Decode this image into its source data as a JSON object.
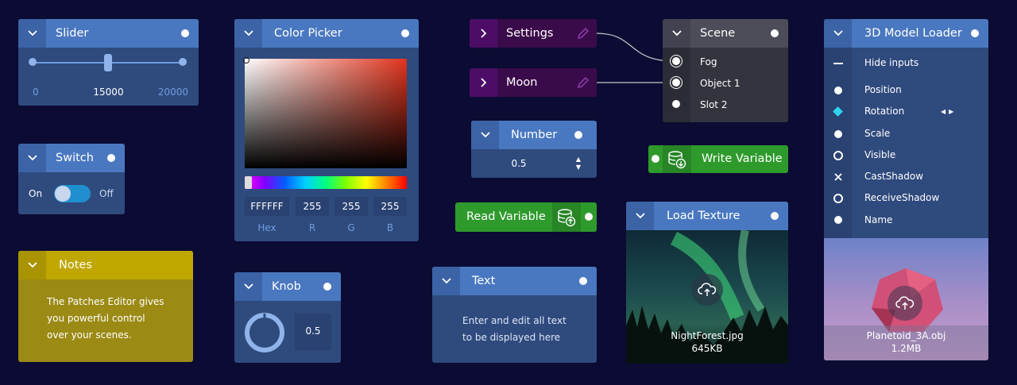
{
  "colors": {
    "background": "#0b0b33",
    "node_body": "#2f4a7d",
    "node_header": "#4a78c0",
    "notes_header": "#bfa700",
    "notes_body": "#9b8a14",
    "purple": "#3a0b4a",
    "green": "#2e9a2c",
    "scene_header": "#4d4d59",
    "scene_body": "#34343f"
  },
  "slider": {
    "title": "Slider",
    "min_label": "0",
    "value_label": "15000",
    "max_label": "20000",
    "value": 0.5
  },
  "switch": {
    "title": "Switch",
    "on_label": "On",
    "off_label": "Off"
  },
  "notes": {
    "title": "Notes",
    "lines": [
      "The Patches Editor gives",
      "you powerful control",
      "over your  scenes."
    ]
  },
  "color_picker": {
    "title": "Color Picker",
    "fields": [
      {
        "value": "FFFFFF",
        "label": "Hex"
      },
      {
        "value": "255",
        "label": "R"
      },
      {
        "value": "255",
        "label": "G"
      },
      {
        "value": "255",
        "label": "B"
      }
    ]
  },
  "knob": {
    "title": "Knob",
    "value": "0.5"
  },
  "settings": {
    "label": "Settings"
  },
  "moon": {
    "label": "Moon"
  },
  "number": {
    "title": "Number",
    "value": "0.5"
  },
  "read_variable": {
    "label": "Read Variable"
  },
  "text_node": {
    "title": "Text",
    "lines": [
      "Enter and edit all text",
      "to be displayed here"
    ]
  },
  "scene": {
    "title": "Scene",
    "items": [
      "Fog",
      "Object 1",
      "Slot 2"
    ]
  },
  "write_variable": {
    "label": "Write Variable"
  },
  "load_texture": {
    "title": "Load Texture",
    "filename": "NightForest.jpg",
    "filesize": "645KB"
  },
  "model_loader": {
    "title": "3D Model Loader",
    "hide_inputs": "Hide inputs",
    "items": [
      "Position",
      "Rotation",
      "Scale",
      "Visible",
      "CastShadow",
      "ReceiveShadow",
      "Name"
    ],
    "filename": "Planetoid_3A.obj",
    "filesize": "1.2MB"
  }
}
